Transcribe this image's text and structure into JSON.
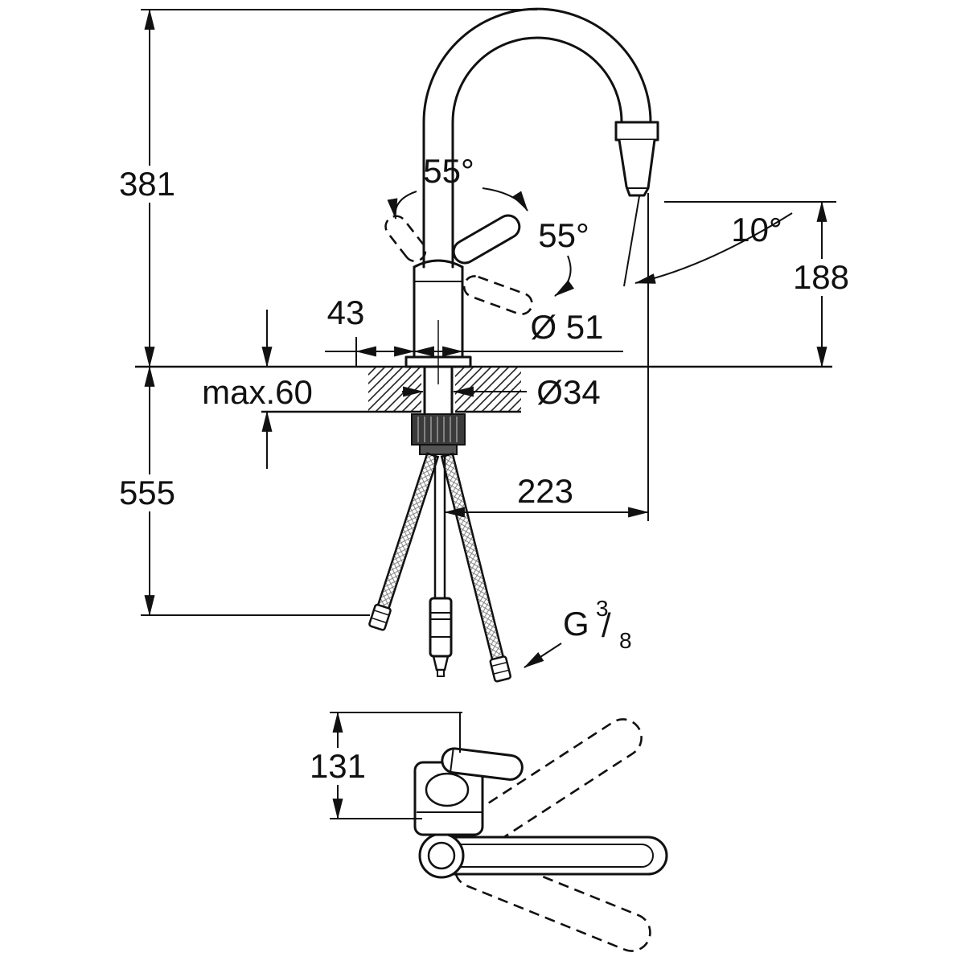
{
  "page": {
    "background": "#ffffff",
    "line_color": "#111111"
  },
  "front_view": {
    "dim_height_above_counter": "381",
    "dim_height_below_counter": "555",
    "dim_counter_thickness": "max.60",
    "dim_base_offset": "43",
    "dia_body": "Ø 51",
    "dia_mounting_hole": "Ø34",
    "dim_outlet_height": "188",
    "dim_spout_reach": "223",
    "angle_handle_up": "55°",
    "angle_handle_side": "55°",
    "angle_outlet": "10°",
    "thread_letter": "G",
    "thread_numerator": "3",
    "thread_slash": "/",
    "thread_denominator": "8"
  },
  "top_view": {
    "dim_height": "131"
  }
}
